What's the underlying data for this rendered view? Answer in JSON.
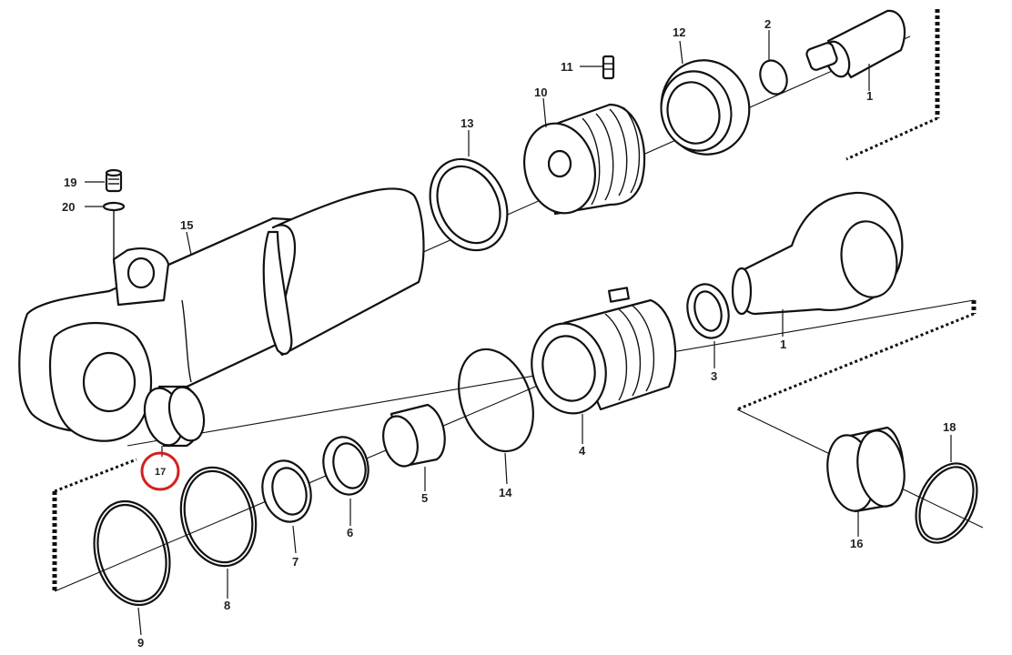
{
  "highlight_color": "#d42020",
  "line_color": "#111111",
  "background_color": "#ffffff",
  "parts": [
    {
      "id": "p1a",
      "label": "1"
    },
    {
      "id": "p1b",
      "label": "1"
    },
    {
      "id": "p2",
      "label": "2"
    },
    {
      "id": "p3",
      "label": "3"
    },
    {
      "id": "p4",
      "label": "4"
    },
    {
      "id": "p5",
      "label": "5"
    },
    {
      "id": "p6",
      "label": "6"
    },
    {
      "id": "p7",
      "label": "7"
    },
    {
      "id": "p8",
      "label": "8"
    },
    {
      "id": "p9",
      "label": "9"
    },
    {
      "id": "p10",
      "label": "10"
    },
    {
      "id": "p11",
      "label": "11"
    },
    {
      "id": "p12",
      "label": "12"
    },
    {
      "id": "p13",
      "label": "13"
    },
    {
      "id": "p14",
      "label": "14"
    },
    {
      "id": "p15",
      "label": "15"
    },
    {
      "id": "p16",
      "label": "16"
    },
    {
      "id": "p17",
      "label": "17",
      "highlighted": true
    },
    {
      "id": "p18",
      "label": "18"
    },
    {
      "id": "p19",
      "label": "19"
    },
    {
      "id": "p20",
      "label": "20"
    }
  ]
}
